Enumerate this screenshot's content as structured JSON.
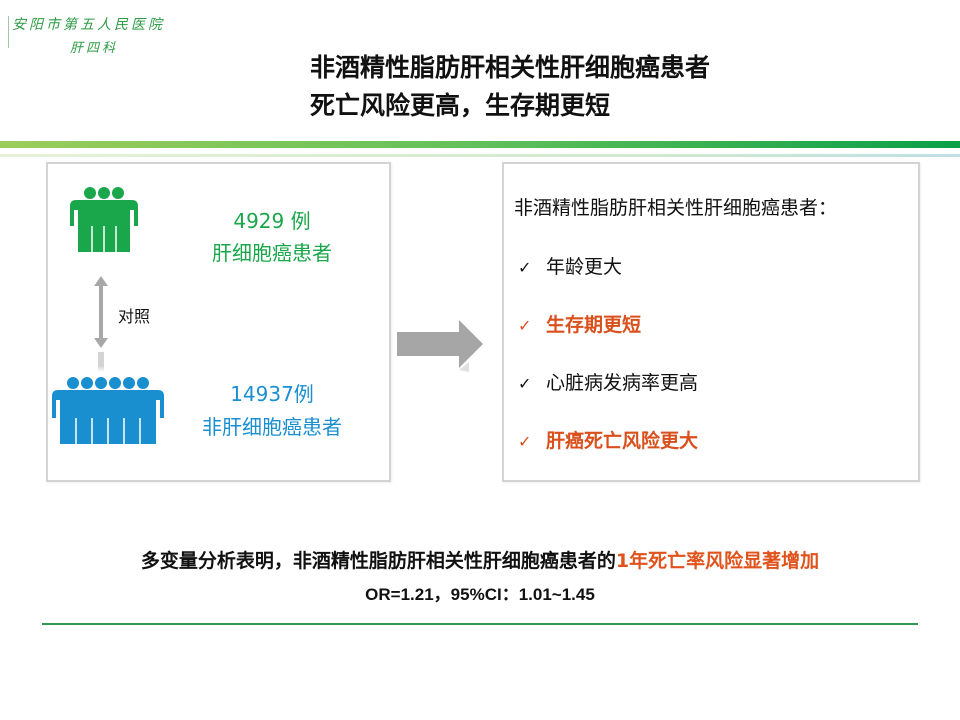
{
  "logo": {
    "line1": "安阳市第五人民医院",
    "line2": "肝四科"
  },
  "title": {
    "line1": "非酒精性脂肪肝相关性肝细胞癌患者",
    "line2": "死亡风险更高，生存期更短"
  },
  "left_panel": {
    "group1": {
      "count": "4929 例",
      "label": "肝细胞癌患者"
    },
    "compare_label": "对照",
    "group2": {
      "count": "14937例",
      "label": "非肝细胞癌患者"
    }
  },
  "right_panel": {
    "heading": "非酒精性脂肪肝相关性肝细胞癌患者：",
    "check": "✓",
    "items": [
      {
        "text": "年龄更大",
        "highlight": false
      },
      {
        "text": "生存期更短",
        "highlight": true
      },
      {
        "text": "心脏病发病率更高",
        "highlight": false
      },
      {
        "text": "肝癌死亡风险更大",
        "highlight": true
      }
    ]
  },
  "conclusion": {
    "prefix": "多变量分析表明，非酒精性脂肪肝相关性肝细胞癌患者的",
    "highlight": "1年死亡率风险显著增加",
    "stat": "OR=1.21，95%CI：1.01~1.45"
  },
  "colors": {
    "green": "#1aa64a",
    "blue": "#1a8fd0",
    "orange": "#d9501c"
  }
}
